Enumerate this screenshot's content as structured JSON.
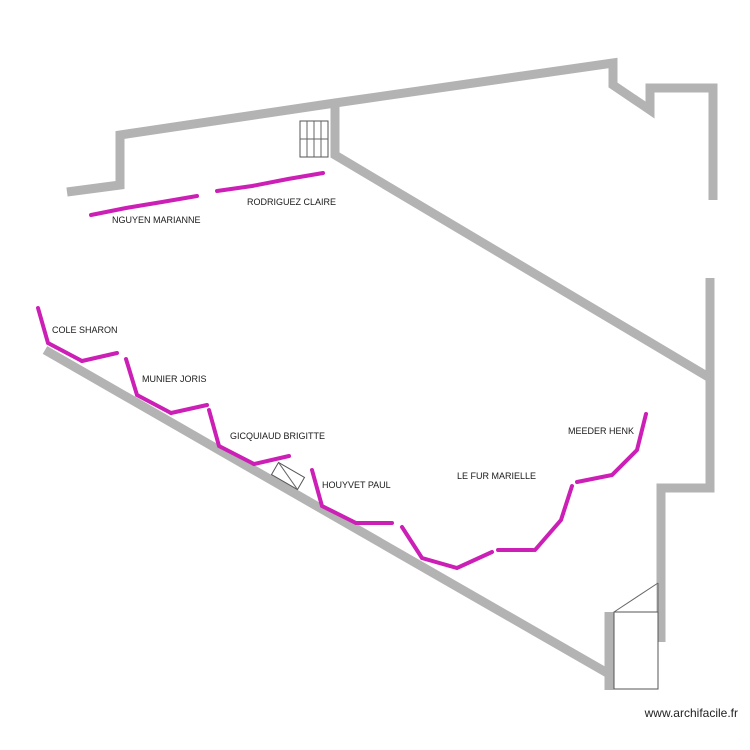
{
  "plan": {
    "occupants": [
      {
        "name": "NGUYEN MARIANNE"
      },
      {
        "name": "RODRIGUEZ CLAIRE"
      },
      {
        "name": "COLE SHARON"
      },
      {
        "name": "MUNIER JORIS"
      },
      {
        "name": "GICQUIAUD BRIGITTE"
      },
      {
        "name": "HOUYVET PAUL"
      },
      {
        "name": "LE FUR MARIELLE"
      },
      {
        "name": "MEEDER HENK"
      }
    ],
    "wall_color": "#b3b3b3",
    "segment_color": "#cc1fb6"
  },
  "watermark": "www.archifacile.fr"
}
